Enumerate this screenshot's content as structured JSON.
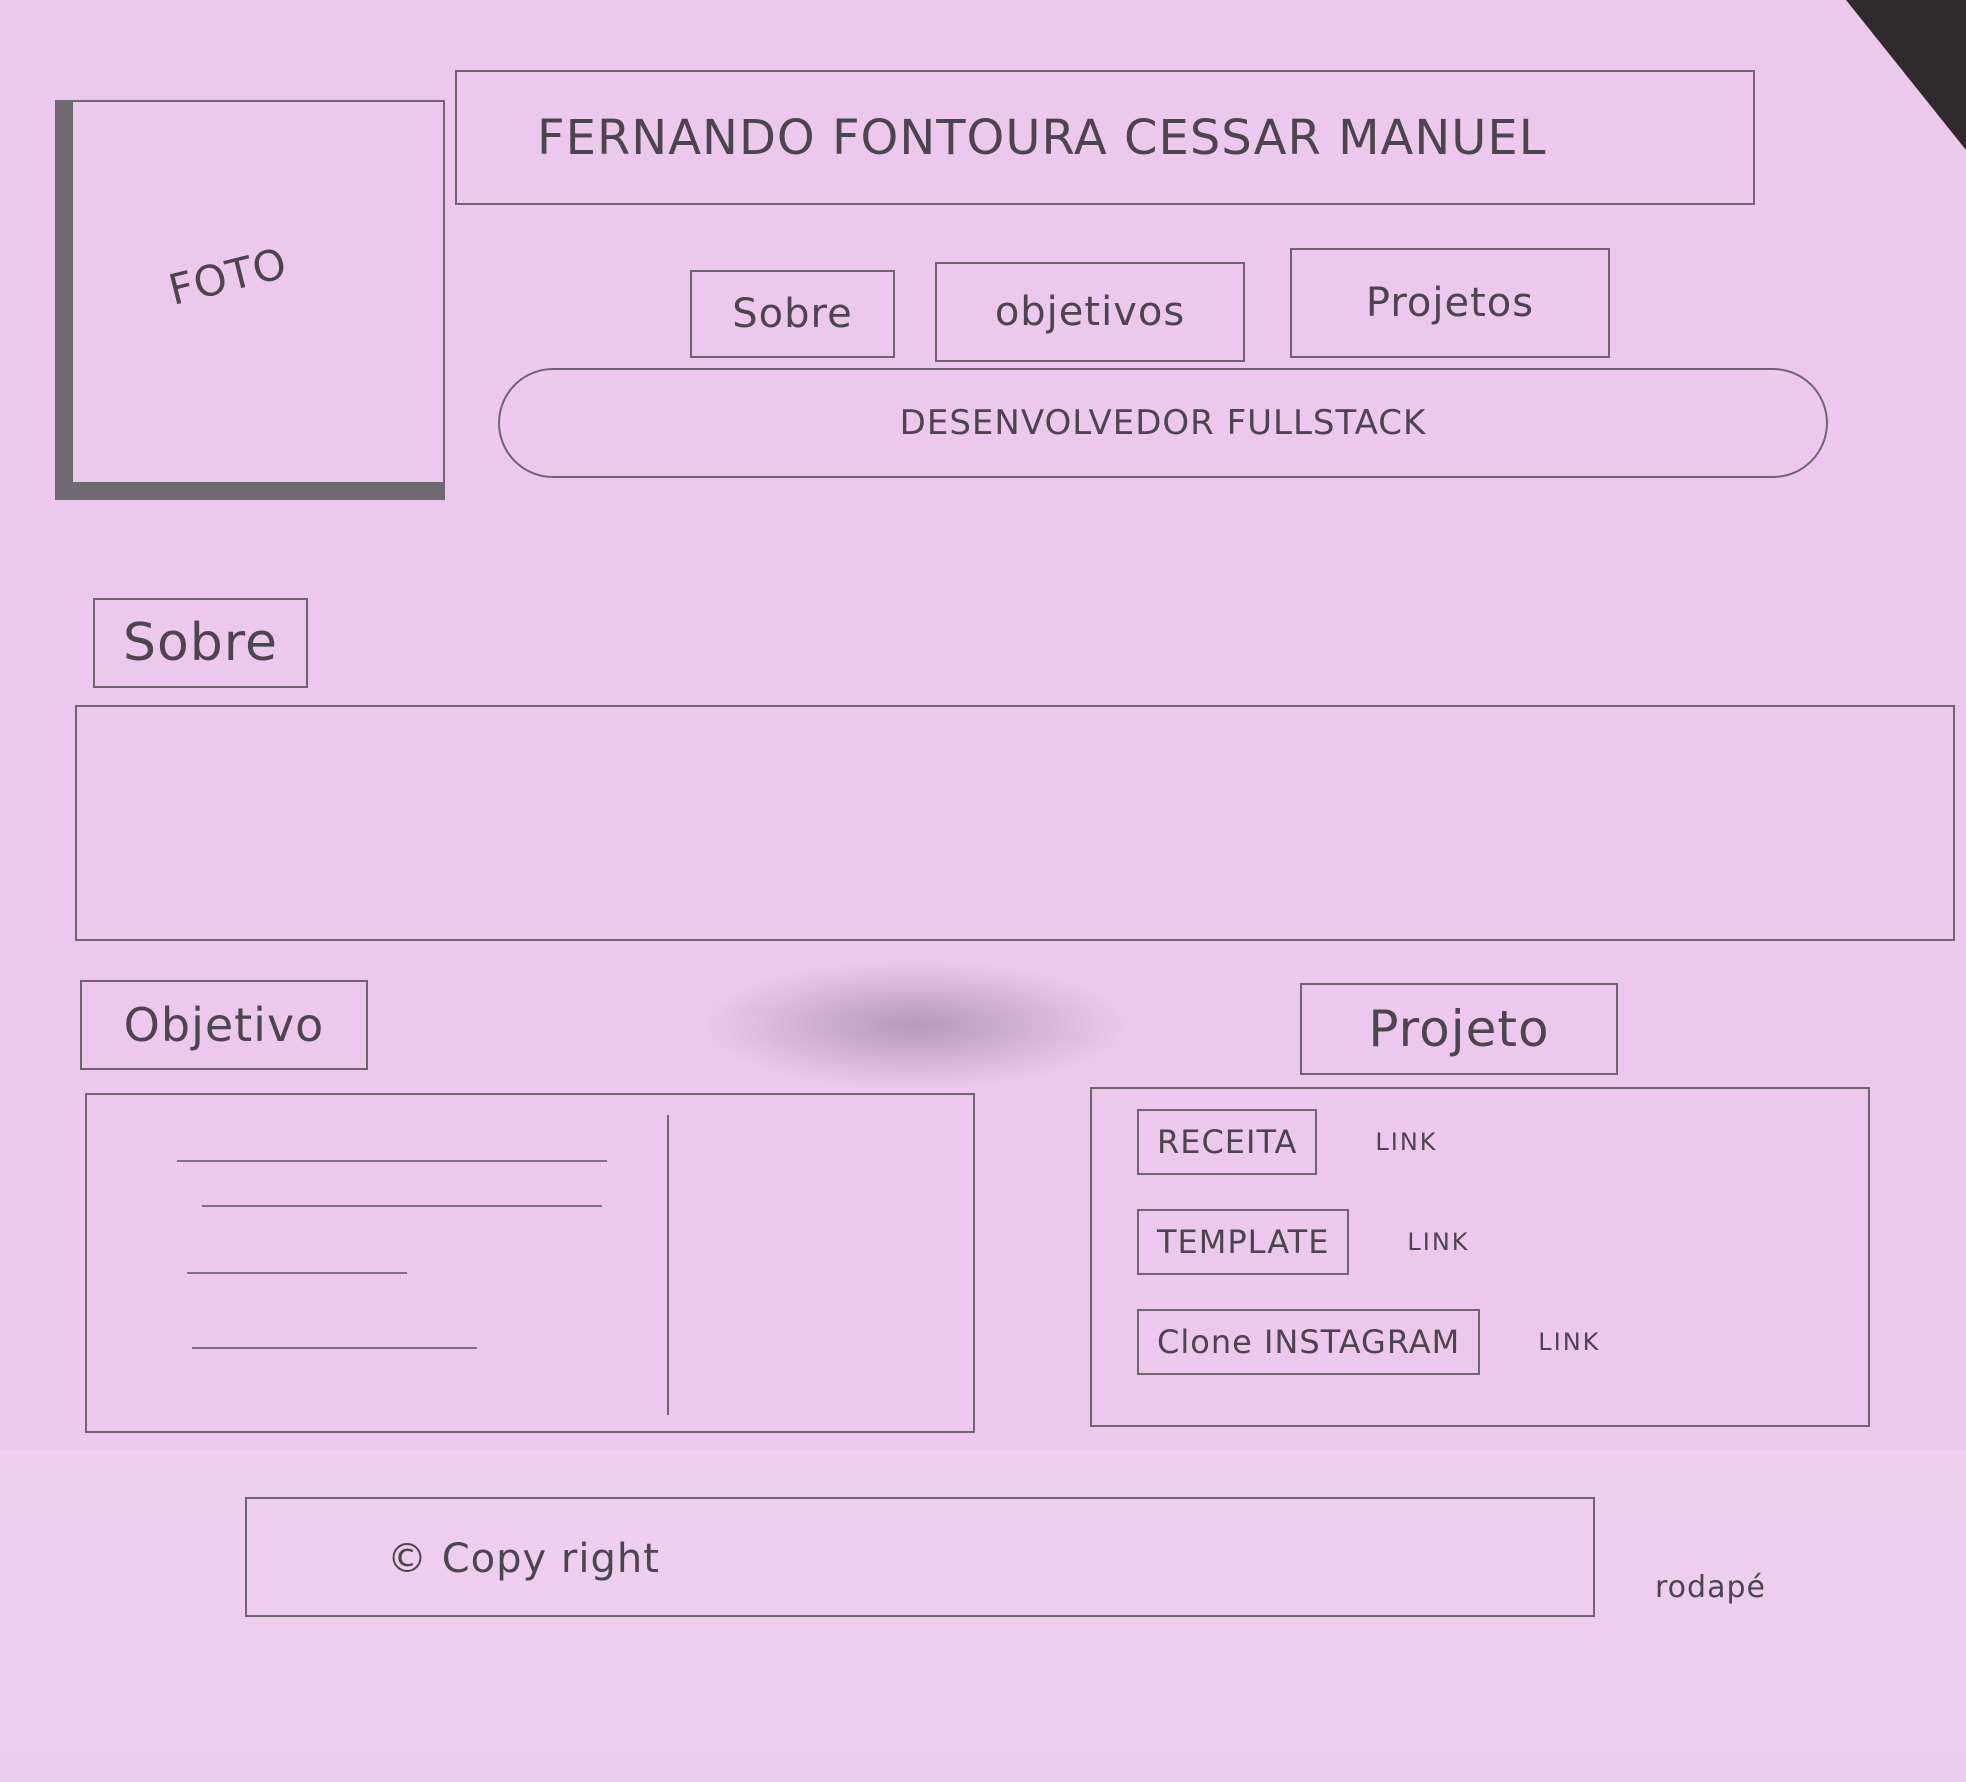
{
  "header": {
    "photo_label": "FOTO",
    "name": "FERNANDO FONTOURA CESSAR MANUEL"
  },
  "nav": {
    "sobre": "Sobre",
    "objetivos": "objetivos",
    "projetos": "Projetos"
  },
  "hero": {
    "role": "DESENVOLVEDOR FULLSTACK"
  },
  "sections": {
    "sobre_title": "Sobre",
    "objetivo_title": "Objetivo",
    "projeto_title": "Projeto"
  },
  "projects": [
    {
      "label": "RECEITA",
      "link": "LINK"
    },
    {
      "label": "TEMPLATE",
      "link": "LINK"
    },
    {
      "label": "Clone INSTAGRAM",
      "link": "LINK"
    }
  ],
  "footer": {
    "copyright": "© Copy right",
    "note": "rodapé"
  }
}
